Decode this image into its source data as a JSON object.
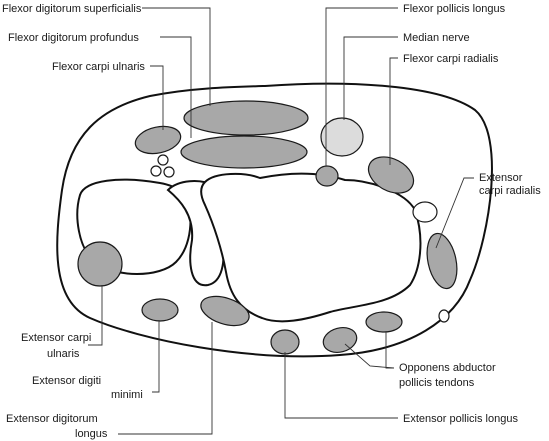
{
  "labels": {
    "flexor_digitorum_superficialis": "Flexor digitorum superficialis",
    "flexor_digitorum_profundus": "Flexor digitorum profundus",
    "flexor_carpi_ulnaris": "Flexor carpi ulnaris",
    "flexor_pollicis_longus": "Flexor pollicis longus",
    "median_nerve": "Median nerve",
    "flexor_carpi_radialis": "Flexor carpi radialis",
    "extensor_carpi_radialis_1": "Extensor",
    "extensor_carpi_radialis_2": "carpi radialis",
    "extensor_carpi_ulnaris_1": "Extensor carpi",
    "extensor_carpi_ulnaris_2": "ulnaris",
    "extensor_digiti_minimi_1": "Extensor digiti",
    "extensor_digiti_minimi_2": "minimi",
    "extensor_digitorum_longus_1": "Extensor digitorum",
    "extensor_digitorum_longus_2": "longus",
    "opponens_abductor_1": "Opponens abductor",
    "opponens_abductor_2": "pollicis tendons",
    "extensor_pollicis_longus": "Extensor pollicis longus"
  },
  "colors": {
    "muscle": "#a8a8a8",
    "nerve": "#dcdcdc",
    "outline": "#111111"
  }
}
